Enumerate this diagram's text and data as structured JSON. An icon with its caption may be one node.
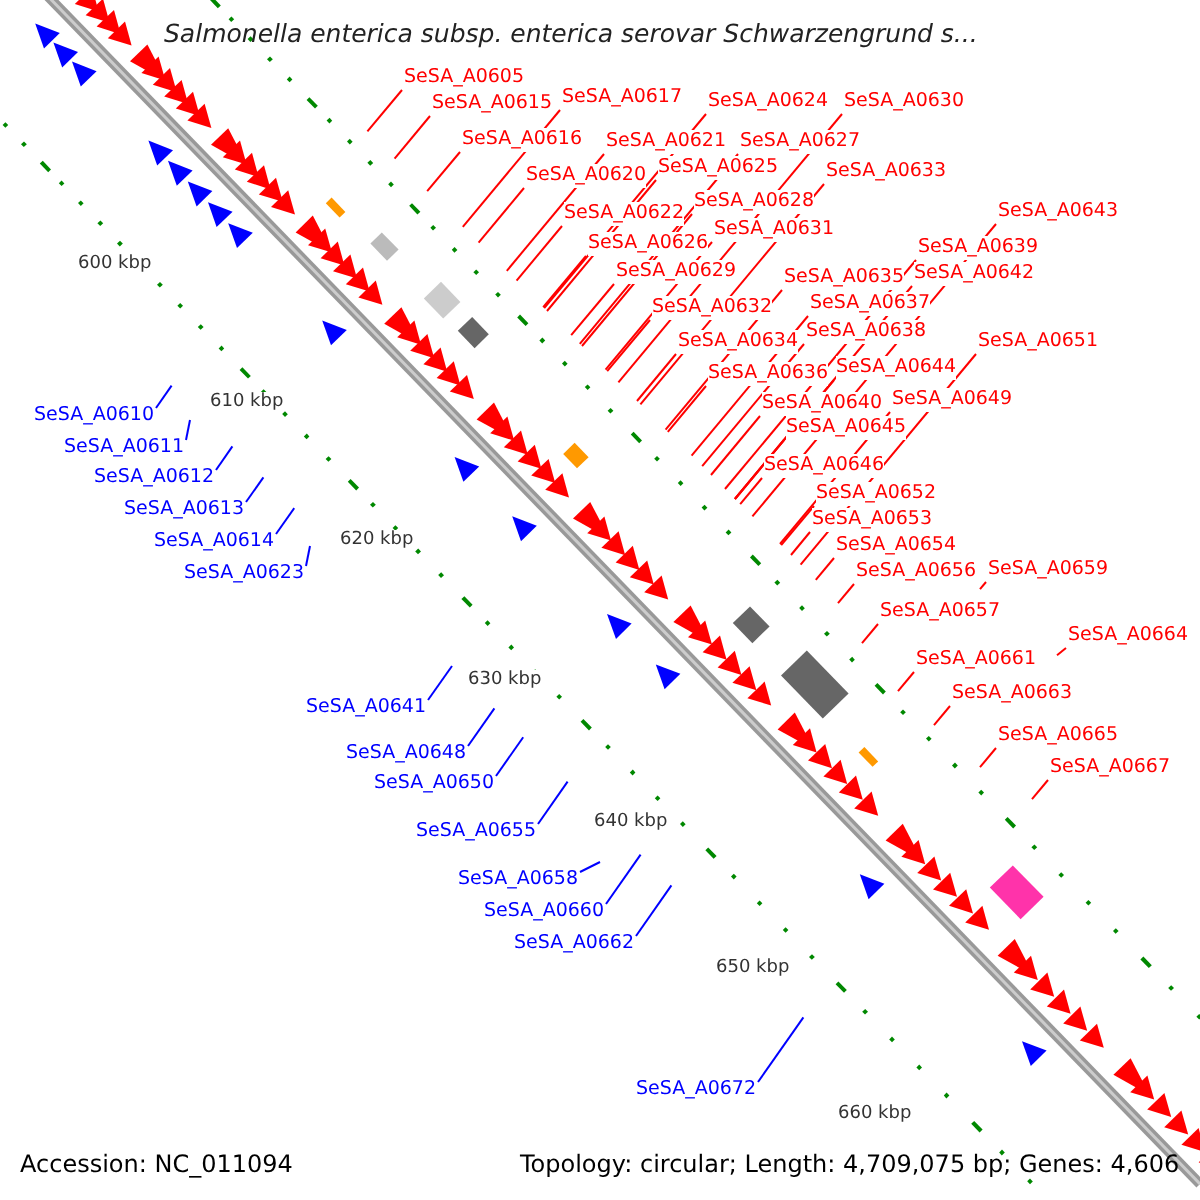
{
  "diagram": {
    "title": "Salmonella enterica subsp. enterica serovar Schwarzengrund s...",
    "nodes": [
      {
        "text": [
          "SeSA_A0605"
        ]
      },
      {
        "text": [
          "SeSA_A0617"
        ]
      },
      {
        "text": [
          "SeSA_A0624"
        ]
      },
      {
        "text": [
          "SeSA_A0630"
        ]
      },
      {
        "text": [
          "SeSA_A0615"
        ]
      },
      {
        "text": [
          "SeSA_A0616"
        ]
      },
      {
        "text": [
          "SeSA_A0621"
        ]
      },
      {
        "text": [
          "SeSA_A0627"
        ]
      },
      {
        "text": [
          "SeSA_A0625"
        ]
      },
      {
        "text": [
          "SeSA_A0620"
        ]
      },
      {
        "text": [
          "SeSA_A0633"
        ]
      },
      {
        "text": [
          "SeSA_A0628"
        ]
      },
      {
        "text": [
          "SeSA_A0643"
        ]
      },
      {
        "text": [
          "SeSA_A0622"
        ]
      },
      {
        "text": [
          "SeSA_A0631"
        ]
      },
      {
        "text": [
          "SeSA_A0626"
        ]
      },
      {
        "text": [
          "SeSA_A0639"
        ]
      },
      {
        "text": [
          "SeSA_A0629"
        ]
      },
      {
        "text": [
          "SeSA_A0642"
        ]
      },
      {
        "text": [
          "SeSA_A0635"
        ]
      },
      {
        "text": [
          "SeSA_A0637"
        ]
      },
      {
        "text": [
          "SeSA_A0632"
        ]
      },
      {
        "text": [
          "SeSA_A0638"
        ]
      },
      {
        "text": [
          "SeSA_A0634"
        ]
      },
      {
        "text": [
          "SeSA_A0651"
        ]
      },
      {
        "text": [
          "SeSA_A0644"
        ]
      },
      {
        "text": [
          "SeSA_A0636"
        ]
      },
      {
        "text": [
          "SeSA_A0649"
        ]
      },
      {
        "text": [
          "SeSA_A0640"
        ]
      },
      {
        "text": [
          "SeSA_A0610"
        ]
      },
      {
        "text": [
          "SeSA_A0645"
        ]
      },
      {
        "text": [
          "SeSA_A0611"
        ]
      },
      {
        "text": [
          "SeSA_A0646"
        ]
      },
      {
        "text": [
          "SeSA_A0612"
        ]
      },
      {
        "text": [
          "SeSA_A0652"
        ]
      },
      {
        "text": [
          "SeSA_A0613"
        ]
      },
      {
        "text": [
          "SeSA_A0653"
        ]
      },
      {
        "text": [
          "SeSA_A0614"
        ]
      },
      {
        "text": [
          "SeSA_A0654"
        ]
      },
      {
        "text": [
          "SeSA_A0659"
        ]
      },
      {
        "text": [
          "SeSA_A0656"
        ]
      },
      {
        "text": [
          "SeSA_A0623"
        ]
      },
      {
        "text": [
          "SeSA_A0657"
        ]
      },
      {
        "text": [
          "SeSA_A0664"
        ]
      },
      {
        "text": [
          "SeSA_A0661"
        ]
      },
      {
        "text": [
          "SeSA_A0663"
        ]
      },
      {
        "text": [
          "SeSA_A0641"
        ]
      },
      {
        "text": [
          "SeSA_A0665"
        ]
      },
      {
        "text": [
          "SeSA_A0648"
        ]
      },
      {
        "text": [
          "SeSA_A0667"
        ]
      },
      {
        "text": [
          "SeSA_A0650"
        ]
      },
      {
        "text": [
          "SeSA_A0655"
        ]
      },
      {
        "text": [
          "SeSA_A0658"
        ]
      },
      {
        "text": [
          "SeSA_A0660"
        ]
      },
      {
        "text": [
          "SeSA_A0662"
        ]
      },
      {
        "text": [
          "SeSA_A0672"
        ]
      }
    ],
    "edges": [
      {
        "from": 0,
        "to": null,
        "arrow": "none"
      },
      {
        "from": 1,
        "to": null,
        "arrow": "none"
      },
      {
        "from": 2,
        "to": null,
        "arrow": "none"
      },
      {
        "from": 3,
        "to": null,
        "arrow": "none"
      },
      {
        "from": 4,
        "to": null,
        "arrow": "none"
      },
      {
        "from": 5,
        "to": null,
        "arrow": "none"
      },
      {
        "from": 6,
        "to": null,
        "arrow": "none"
      },
      {
        "from": 7,
        "to": null,
        "arrow": "none"
      },
      {
        "from": 8,
        "to": null,
        "arrow": "none"
      },
      {
        "from": 9,
        "to": null,
        "arrow": "none"
      },
      {
        "from": 10,
        "to": null,
        "arrow": "none"
      },
      {
        "from": 11,
        "to": null,
        "arrow": "none"
      },
      {
        "from": 12,
        "to": null,
        "arrow": "none"
      },
      {
        "from": 13,
        "to": null,
        "arrow": "none"
      },
      {
        "from": 14,
        "to": null,
        "arrow": "none"
      },
      {
        "from": 15,
        "to": null,
        "arrow": "none"
      },
      {
        "from": 16,
        "to": null,
        "arrow": "none"
      },
      {
        "from": 17,
        "to": null,
        "arrow": "none"
      },
      {
        "from": 18,
        "to": null,
        "arrow": "none"
      },
      {
        "from": 19,
        "to": null,
        "arrow": "none"
      },
      {
        "from": 20,
        "to": null,
        "arrow": "none"
      },
      {
        "from": 21,
        "to": null,
        "arrow": "none"
      },
      {
        "from": 22,
        "to": null,
        "arrow": "none"
      },
      {
        "from": 23,
        "to": null,
        "arrow": "none"
      },
      {
        "from": 24,
        "to": null,
        "arrow": "none"
      },
      {
        "from": 25,
        "to": null,
        "arrow": "none"
      },
      {
        "from": 26,
        "to": null,
        "arrow": "none"
      },
      {
        "from": 27,
        "to": null,
        "arrow": "none"
      },
      {
        "from": 28,
        "to": null,
        "arrow": "none"
      },
      {
        "from": 29,
        "to": null,
        "arrow": "none",
        "color": "#0000ff"
      },
      {
        "from": 30,
        "to": null,
        "arrow": "none"
      },
      {
        "from": 31,
        "to": null,
        "arrow": "none",
        "color": "#0000ff"
      },
      {
        "from": 32,
        "to": null,
        "arrow": "none"
      },
      {
        "from": 33,
        "to": null,
        "arrow": "none",
        "color": "#0000ff"
      },
      {
        "from": 34,
        "to": null,
        "arrow": "none"
      },
      {
        "from": 35,
        "to": null,
        "arrow": "none",
        "color": "#0000ff"
      },
      {
        "from": 36,
        "to": null,
        "arrow": "none"
      },
      {
        "from": 37,
        "to": null,
        "arrow": "none",
        "color": "#0000ff"
      },
      {
        "from": 38,
        "to": null,
        "arrow": "none"
      },
      {
        "from": 39,
        "to": null,
        "arrow": "none"
      },
      {
        "from": 40,
        "to": null,
        "arrow": "none"
      },
      {
        "from": 41,
        "to": null,
        "arrow": "none",
        "color": "#0000ff"
      },
      {
        "from": 42,
        "to": null,
        "arrow": "none"
      },
      {
        "from": 43,
        "to": null,
        "arrow": "none"
      },
      {
        "from": 44,
        "to": null,
        "arrow": "none"
      },
      {
        "from": 45,
        "to": null,
        "arrow": "none"
      },
      {
        "from": 46,
        "to": null,
        "arrow": "none",
        "color": "#0000ff"
      },
      {
        "from": 47,
        "to": null,
        "arrow": "none"
      },
      {
        "from": 48,
        "to": null,
        "arrow": "none",
        "color": "#0000ff"
      },
      {
        "from": 49,
        "to": null,
        "arrow": "none"
      },
      {
        "from": 50,
        "to": null,
        "arrow": "none",
        "color": "#0000ff"
      },
      {
        "from": 51,
        "to": null,
        "arrow": "none",
        "color": "#0000ff"
      },
      {
        "from": 52,
        "to": null,
        "arrow": "none",
        "color": "#0000ff"
      },
      {
        "from": 53,
        "to": null,
        "arrow": "none",
        "color": "#0000ff"
      },
      {
        "from": 54,
        "to": null,
        "arrow": "none",
        "color": "#0000ff"
      },
      {
        "from": 55,
        "to": null,
        "arrow": "none",
        "color": "#0000ff"
      }
    ],
    "labels": [
      "600 kbp",
      "610 kbp",
      "620 kbp",
      "630 kbp",
      "640 kbp",
      "650 kbp",
      "660 kbp",
      "Accession: NC_011094",
      "Topology: circular; Length: 4,709,075 bp; Genes: 4,606"
    ]
  }
}
